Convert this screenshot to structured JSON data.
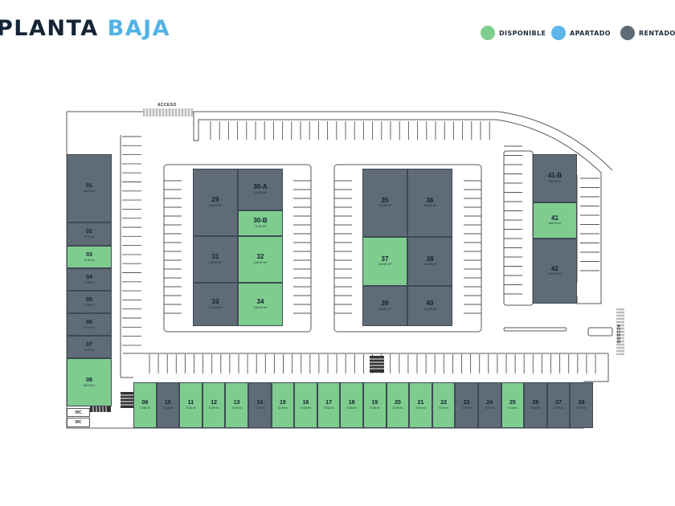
{
  "title": {
    "part1": "PLANTA",
    "part2": "BAJA"
  },
  "legend": [
    {
      "label": "DISPONIBLE",
      "color": "#7fcc8f"
    },
    {
      "label": "APARTADO",
      "color": "#5fb6e8"
    },
    {
      "label": "RENTADO",
      "color": "#5f6c77"
    }
  ],
  "status_colors": {
    "disponible": "#7fcc8f",
    "apartado": "#5fb6e8",
    "rentado": "#5f6c77"
  },
  "labels": {
    "acceso_top": "ACCESO",
    "acceso_right": "ACCESO",
    "wc1": "WC",
    "wc2": "WC"
  },
  "units": {
    "left_column": [
      {
        "num": "01",
        "area": "215.00 m²",
        "status": "rentado"
      },
      {
        "num": "02",
        "area": "72.00 m²",
        "status": "rentado"
      },
      {
        "num": "03",
        "area": "72.00 m²",
        "status": "disponible"
      },
      {
        "num": "04",
        "area": "72.00 m²",
        "status": "rentado"
      },
      {
        "num": "05",
        "area": "72.00 m²",
        "status": "rentado"
      },
      {
        "num": "06",
        "area": "72.00 m²",
        "status": "rentado"
      },
      {
        "num": "07",
        "area": "72.00 m²",
        "status": "rentado"
      },
      {
        "num": "08",
        "area": "144.00 m²",
        "status": "disponible"
      }
    ],
    "bottom_row": [
      {
        "num": "09",
        "area": "72.00 m²",
        "status": "disponible"
      },
      {
        "num": "10",
        "area": "72.00 m²",
        "status": "rentado"
      },
      {
        "num": "11",
        "area": "72.00 m²",
        "status": "disponible"
      },
      {
        "num": "12",
        "area": "72.00 m²",
        "status": "disponible"
      },
      {
        "num": "13",
        "area": "72.00 m²",
        "status": "disponible"
      },
      {
        "num": "14",
        "area": "72.00 m²",
        "status": "rentado"
      },
      {
        "num": "15",
        "area": "72.00 m²",
        "status": "disponible"
      },
      {
        "num": "16",
        "area": "72.00 m²",
        "status": "disponible"
      },
      {
        "num": "17",
        "area": "72.00 m²",
        "status": "disponible"
      },
      {
        "num": "18",
        "area": "72.00 m²",
        "status": "disponible"
      },
      {
        "num": "19",
        "area": "72.00 m²",
        "status": "disponible"
      },
      {
        "num": "20",
        "area": "72.00 m²",
        "status": "disponible"
      },
      {
        "num": "21",
        "area": "72.00 m²",
        "status": "disponible"
      },
      {
        "num": "22",
        "area": "72.00 m²",
        "status": "disponible"
      },
      {
        "num": "23",
        "area": "72.00 m²",
        "status": "rentado"
      },
      {
        "num": "24",
        "area": "72.00 m²",
        "status": "rentado"
      },
      {
        "num": "25",
        "area": "72.00 m²",
        "status": "disponible"
      },
      {
        "num": "26",
        "area": "72.00 m²",
        "status": "rentado"
      },
      {
        "num": "27",
        "area": "72.00 m²",
        "status": "rentado"
      },
      {
        "num": "28",
        "area": "72.00 m²",
        "status": "rentado"
      }
    ],
    "block_a": [
      {
        "num": "29",
        "area": "216.00 m²",
        "status": "rentado"
      },
      {
        "num": "30-A",
        "area": "144.00 m²",
        "status": "rentado"
      },
      {
        "num": "30-B",
        "area": "72.00 m²",
        "status": "disponible"
      },
      {
        "num": "31",
        "area": "144.00 m²",
        "status": "rentado"
      },
      {
        "num": "32",
        "area": "144.00 m²",
        "status": "disponible"
      },
      {
        "num": "33",
        "area": "144.00 m²",
        "status": "rentado"
      },
      {
        "num": "34",
        "area": "144.00 m²",
        "status": "disponible"
      }
    ],
    "block_b": [
      {
        "num": "35",
        "area": "216.00 m²",
        "status": "rentado"
      },
      {
        "num": "36",
        "area": "216.00 m²",
        "status": "rentado"
      },
      {
        "num": "37",
        "area": "144.00 m²",
        "status": "disponible"
      },
      {
        "num": "38",
        "area": "144.00 m²",
        "status": "rentado"
      },
      {
        "num": "39",
        "area": "144.00 m²",
        "status": "rentado"
      },
      {
        "num": "40",
        "area": "144.00 m²",
        "status": "rentado"
      }
    ],
    "block_c": [
      {
        "num": "41-B",
        "area": "110.00 m²",
        "status": "rentado"
      },
      {
        "num": "41",
        "area": "106.00 m²",
        "status": "disponible"
      },
      {
        "num": "42",
        "area": "216.00 m²",
        "status": "rentado"
      }
    ]
  }
}
